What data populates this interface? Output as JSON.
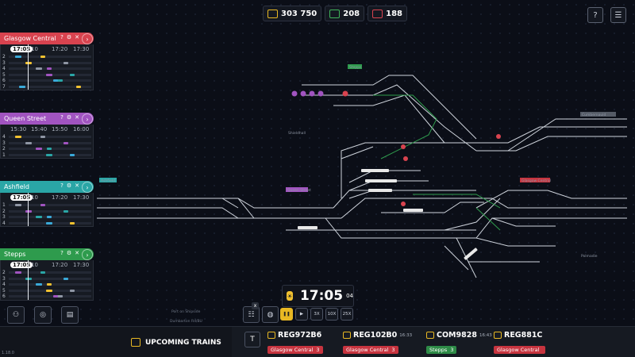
{
  "topbar": {
    "money": "303 750",
    "trains_green": "208",
    "trains_red": "188",
    "help_label": "?",
    "list_label": "☰"
  },
  "panels": [
    {
      "name": "Glasgow Central",
      "color": "#d8434f",
      "times": [
        "17:05",
        "10",
        "17:20",
        "17:30"
      ],
      "platforms": [
        "2",
        "3",
        "4",
        "5",
        "6",
        "7"
      ]
    },
    {
      "name": "Queen Street",
      "color": "#a154c0",
      "times": [
        "15:30",
        "15:40",
        "15:50",
        "16:00"
      ],
      "platforms": [
        "4",
        "3",
        "2",
        "1"
      ]
    },
    {
      "name": "Ashfield",
      "color": "#2aa6a6",
      "times": [
        "17:05",
        "10",
        "17:20",
        "17:30"
      ],
      "platforms": [
        "1",
        "2",
        "3",
        "4"
      ]
    },
    {
      "name": "Stepps",
      "color": "#2e9b4d",
      "times": [
        "17:05",
        "10",
        "17:20",
        "17:30"
      ],
      "platforms": [
        "2",
        "3",
        "4",
        "5",
        "6"
      ]
    }
  ],
  "panel_tools": {
    "help": "?",
    "settings": "⚙",
    "close": "✕",
    "expand": "›"
  },
  "map": {
    "labels": {
      "stepps": "Stepps",
      "cumbernauld": "Cumbernauld",
      "glasgow_central": "Glasgow Central",
      "ashfield": "Ashfield",
      "queen_street": "Queen Street",
      "shieldhall": "Shieldhall",
      "polmadie": "Polmadie"
    },
    "float_texts": [
      "Port on Shipside",
      "Dumbarton Rd/BU"
    ]
  },
  "clock": {
    "time": "17:05",
    "seconds": "04"
  },
  "speeds": [
    "❚❚",
    "▶",
    "3X",
    "10X",
    "25X"
  ],
  "bottom": {
    "upcoming_label": "UPCOMING TRAINS",
    "t_button": "T",
    "trains": [
      {
        "id": "REG972B6",
        "time": "",
        "dest": "Glasgow Central",
        "platform": "3",
        "color": "#c7343f"
      },
      {
        "id": "REG102B0",
        "time": "16:33",
        "dest": "Glasgow Central",
        "platform": "3",
        "color": "#c7343f"
      },
      {
        "id": "COM9828",
        "time": "16:43",
        "dest": "Stepps",
        "platform": "3",
        "color": "#2e8b47"
      },
      {
        "id": "REG881C",
        "time": "",
        "dest": "Glasgow Central",
        "platform": "",
        "color": "#c7343f"
      }
    ]
  },
  "version": "1.18.0",
  "tools": {
    "tracks": "☷",
    "layers": "◍",
    "close_x": "x"
  },
  "left_icons": [
    "⚇",
    "◎",
    "▤"
  ]
}
